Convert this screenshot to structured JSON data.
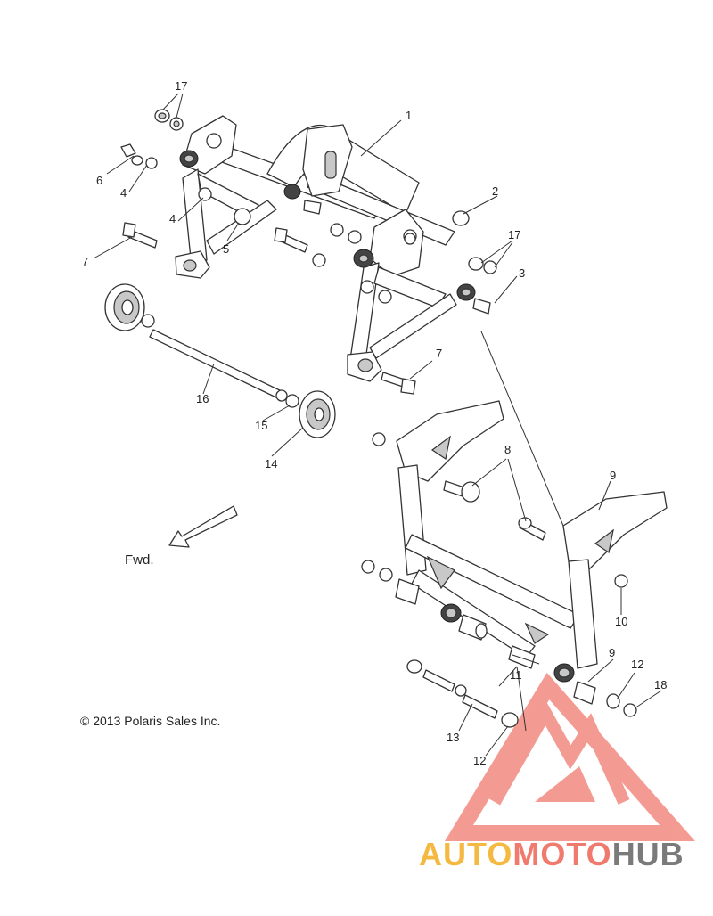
{
  "diagram": {
    "callouts": [
      "1",
      "2",
      "3",
      "4",
      "4",
      "5",
      "6",
      "7",
      "7",
      "8",
      "9",
      "9",
      "10",
      "11",
      "12",
      "12",
      "13",
      "14",
      "15",
      "16",
      "17",
      "17",
      "18"
    ],
    "labels": {
      "n1": "1",
      "n2": "2",
      "n3": "3",
      "n4a": "4",
      "n4b": "4",
      "n5": "5",
      "n6": "6",
      "n7a": "7",
      "n7b": "7",
      "n8": "8",
      "n9a": "9",
      "n9b": "9",
      "n10": "10",
      "n11": "11",
      "n12a": "12",
      "n12b": "12",
      "n13": "13",
      "n14": "14",
      "n15": "15",
      "n16": "16",
      "n17a": "17",
      "n17b": "17",
      "n18": "18"
    },
    "fwd_label": "Fwd.",
    "copyright": "© 2013 Polaris Sales Inc."
  },
  "watermark": {
    "part1": "AUTO",
    "part2": "MOTO",
    "part3": "HUB",
    "colors": {
      "orange": "#f5b942",
      "red": "#f07a6e",
      "gray": "#7a7a7a"
    }
  }
}
